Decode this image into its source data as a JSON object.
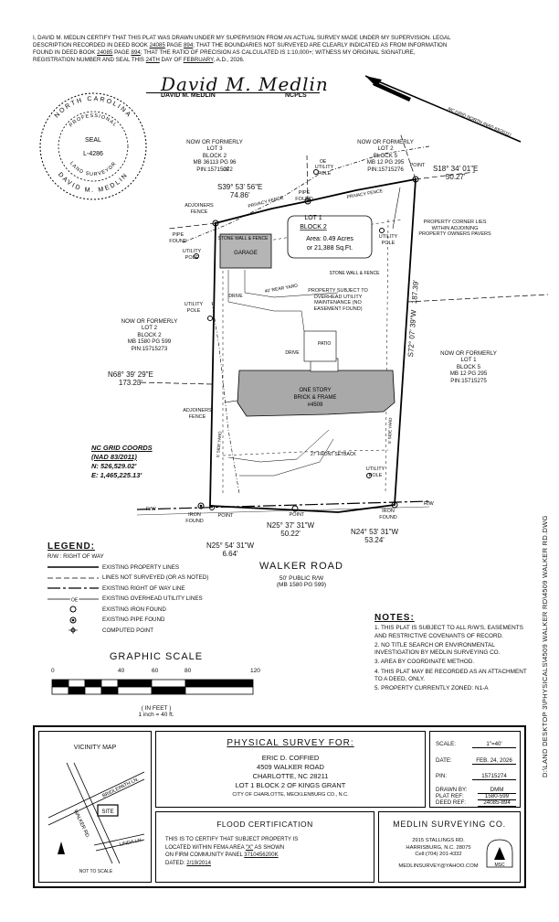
{
  "certification": {
    "line1a": "I, DAVID M. MEDLIN CERTIFY THAT THIS PLAT WAS DRAWN UNDER MY SUPERVISION FROM AN ACTUAL SURVEY MADE UNDER MY SUPERVISION. LEGAL",
    "line2a": "DESCRIPTION RECORDED IN DEED BOOK ",
    "line2_book": "24085",
    "line2b": " PAGE ",
    "line2_page": "894",
    "line2c": "; THAT THE BOUNDARIES NOT SURVEYED ARE CLEARLY INDICATED AS FROM INFORMATION",
    "line3a": "FOUND IN DEED BOOK ",
    "line3_book": "24085",
    "line3b": " PAGE ",
    "line3_page": "894",
    "line3c": "; THAT THE RATIO OF PRECISION AS CALCULATED IS 1:10,000+; WITNESS MY ORIGINAL SIGNATURE,",
    "line4a": "REGISTRATION NUMBER AND SEAL THIS ",
    "line4_day": "24th",
    "line4b": " DAY OF ",
    "line4_month": "FEBRUARY",
    "line4c": ", A.D., 2026."
  },
  "signature": {
    "script": "David M. Medlin",
    "name": "DAVID M. MEDLIN",
    "suffix": "NCPLS"
  },
  "seal": {
    "top": "NORTH CAROLINA",
    "inner_top": "PROFESSIONAL",
    "center": "SEAL",
    "number": "L-4286",
    "inner_bottom": "LAND SURVEYOR",
    "bottom": "DAVID M. MEDLIN"
  },
  "grid_north": "NC GRID NORTH (NAD 83/2011)",
  "adjoiners": {
    "lot3": [
      "NOW OR FORMERLY",
      "LOT 3",
      "BLOCK 2",
      "MB 36113 PG 96",
      "PIN:15715272"
    ],
    "lot2_top": [
      "NOW OR FORMERLY",
      "LOT 2",
      "BLOCK 5",
      "MB 12 PG 295",
      "PIN:15715276"
    ],
    "lot2_left": [
      "NOW OR FORMERLY",
      "LOT 2",
      "BLOCK 2",
      "MB 1580 PG 599",
      "PIN:15715273"
    ],
    "lot1_right": [
      "NOW OR FORMERLY",
      "LOT 1",
      "BLOCK 5",
      "MB 12 PG 295",
      "PIN:15715275"
    ]
  },
  "subject": {
    "lot": "LOT 1",
    "block": "BLOCK 2",
    "area1": "Area: 0.49 Acres",
    "area2": "or 21,388 Sq.Ft."
  },
  "bearings": {
    "top_right": "S18° 34' 01\"E",
    "top_right_d": "50.27'",
    "top_left": "S39° 53' 56\"E",
    "top_left_d": "74.86'",
    "right": "S72° 07' 39\"W",
    "right_d": "187.39'",
    "left": "N68° 39' 29\"E",
    "left_d": "173.23'",
    "bottom_mid": "N25° 37' 31\"W",
    "bottom_mid_d": "50.22'",
    "bottom_right": "N24° 53' 31\"W",
    "bottom_right_d": "53.24'",
    "bottom_left": "N25° 54' 31\"W",
    "bottom_left_d": "6.64'"
  },
  "labels": {
    "pipe_found": "PIPE FOUND",
    "iron_found": "IRON FOUND",
    "point": "POINT",
    "utility_pole": "UTILITY POLE",
    "adjoiners_fence": "ADJOINERS FENCE",
    "privacy_fence": "PRIVACY FENCE",
    "garage": "GARAGE",
    "drive": "DRIVE",
    "patio": "PATIO",
    "stone_wall": "STONE WALL & FENCE",
    "rear_yard": "40' REAR YARD",
    "front_setback": "27' FRONT SETBACK",
    "side_yard": "5' SIDE YARD",
    "property_corner": "PROPERTY CORNER LIES WITHIN ADJOINING PROPERTY OWNERS PAVERS",
    "utility_maint": "PROPERTY SUBJECT TO OVERHEAD UTILITY MAINTENANCE (NO EASEMENT FOUND)",
    "house1": "ONE STORY",
    "house2": "BRICK & FRAME",
    "house3": "#4509",
    "rw": "R/W",
    "oe": "OE"
  },
  "grid_coords": {
    "title": "NC GRID COORDS",
    "datum": "(NAD 83/2011)",
    "n": "N: 526,529.02'",
    "e": "E: 1,465,225.13'"
  },
  "road": {
    "name": "WALKER ROAD",
    "rw": "50' PUBLIC R/W",
    "ref": "(MB 1580 PG 599)"
  },
  "legend": {
    "title": "LEGEND:",
    "items": [
      "R/W : RIGHT OF WAY",
      "EXISTING PROPERTY LINES",
      "LINES NOT SURVEYED (OR AS NOTED)",
      "EXISTING RIGHT OF WAY LINE",
      "EXISTING OVERHEAD UTILITY LINES",
      "EXISTING IRON FOUND",
      "EXISTING PIPE FOUND",
      "COMPUTED POINT"
    ]
  },
  "notes": {
    "title": "NOTES:",
    "items": [
      "1. THIS PLAT IS SUBJECT TO ALL R/W'S, EASEMENTS AND RESTRICTIVE COVENANTS OF RECORD.",
      "2. NO TITLE SEARCH OR ENVIRONMENTAL INVESTIGATION BY MEDLIN SURVEYING CO.",
      "3. AREA BY COORDINATE METHOD.",
      "4. THIS PLAT MAY BE RECORDED AS AN ATTACHMENT TO A DEED, ONLY.",
      "5. PROPERTY CURRENTLY ZONED: N1-A"
    ]
  },
  "graphic_scale": {
    "title": "GRAPHIC SCALE",
    "ticks": [
      "0",
      "40",
      "60",
      "80",
      "120"
    ],
    "unit": "( IN FEET )",
    "ratio": "1 inch = 40 ft."
  },
  "vicinity": {
    "title": "VICINITY MAP",
    "road1": "BRIDLEPATH LN.",
    "road2": "WALKER RD.",
    "road3": "LINDA LN.",
    "site": "SITE",
    "nts": "NOT TO SCALE"
  },
  "survey_for": {
    "title": "PHYSICAL SURVEY FOR:",
    "client": "ERIC D. COFFIED",
    "addr1": "4509 WALKER ROAD",
    "addr2": "CHARLOTTE, NC 28211",
    "lot": "LOT 1 BLOCK 2 OF KINGS GRANT",
    "city": "CITY OF CHARLOTTE, MECKLENBURG CO., N.C."
  },
  "info": {
    "scale_label": "SCALE:",
    "scale": "1\"=40'",
    "date_label": "DATE:",
    "date": "FEB. 24, 2026",
    "pin_label": "PIN:",
    "pin": "15715274",
    "drawn_label": "DRAWN BY:",
    "drawn": "DMM",
    "plat_label": "PLAT REF:",
    "plat": "1580-599",
    "deed_label": "DEED REF:",
    "deed": "24085-894"
  },
  "flood": {
    "title": "FLOOD CERTIFICATION",
    "l1": "THIS IS TO CERTIFY THAT SUBJECT PROPERTY IS",
    "l2a": "LOCATED WITHIN FEMA AREA",
    "l2_zone": "\"X\"",
    "l2b": "AS SHOWN",
    "l3a": "ON FIRM COMMUNITY PANEL",
    "l3_panel": "3710456200K",
    "l4a": "DATED:",
    "l4_date": "2/19/2014"
  },
  "company": {
    "name": "MEDLIN SURVEYING CO.",
    "addr1": "2915 STALLINGS RD.",
    "addr2": "HARRISBURG, N.C. 28075",
    "cell": "Cell:(704) 201-4332",
    "email": "MEDLINSURVEY@YAHOO.COM",
    "logo": "MSC"
  },
  "file_path": "D:\\LAND DESKTOP 3\\PHYSICALS\\4509 WALKER RD\\4509 WALKER RD.DWG"
}
